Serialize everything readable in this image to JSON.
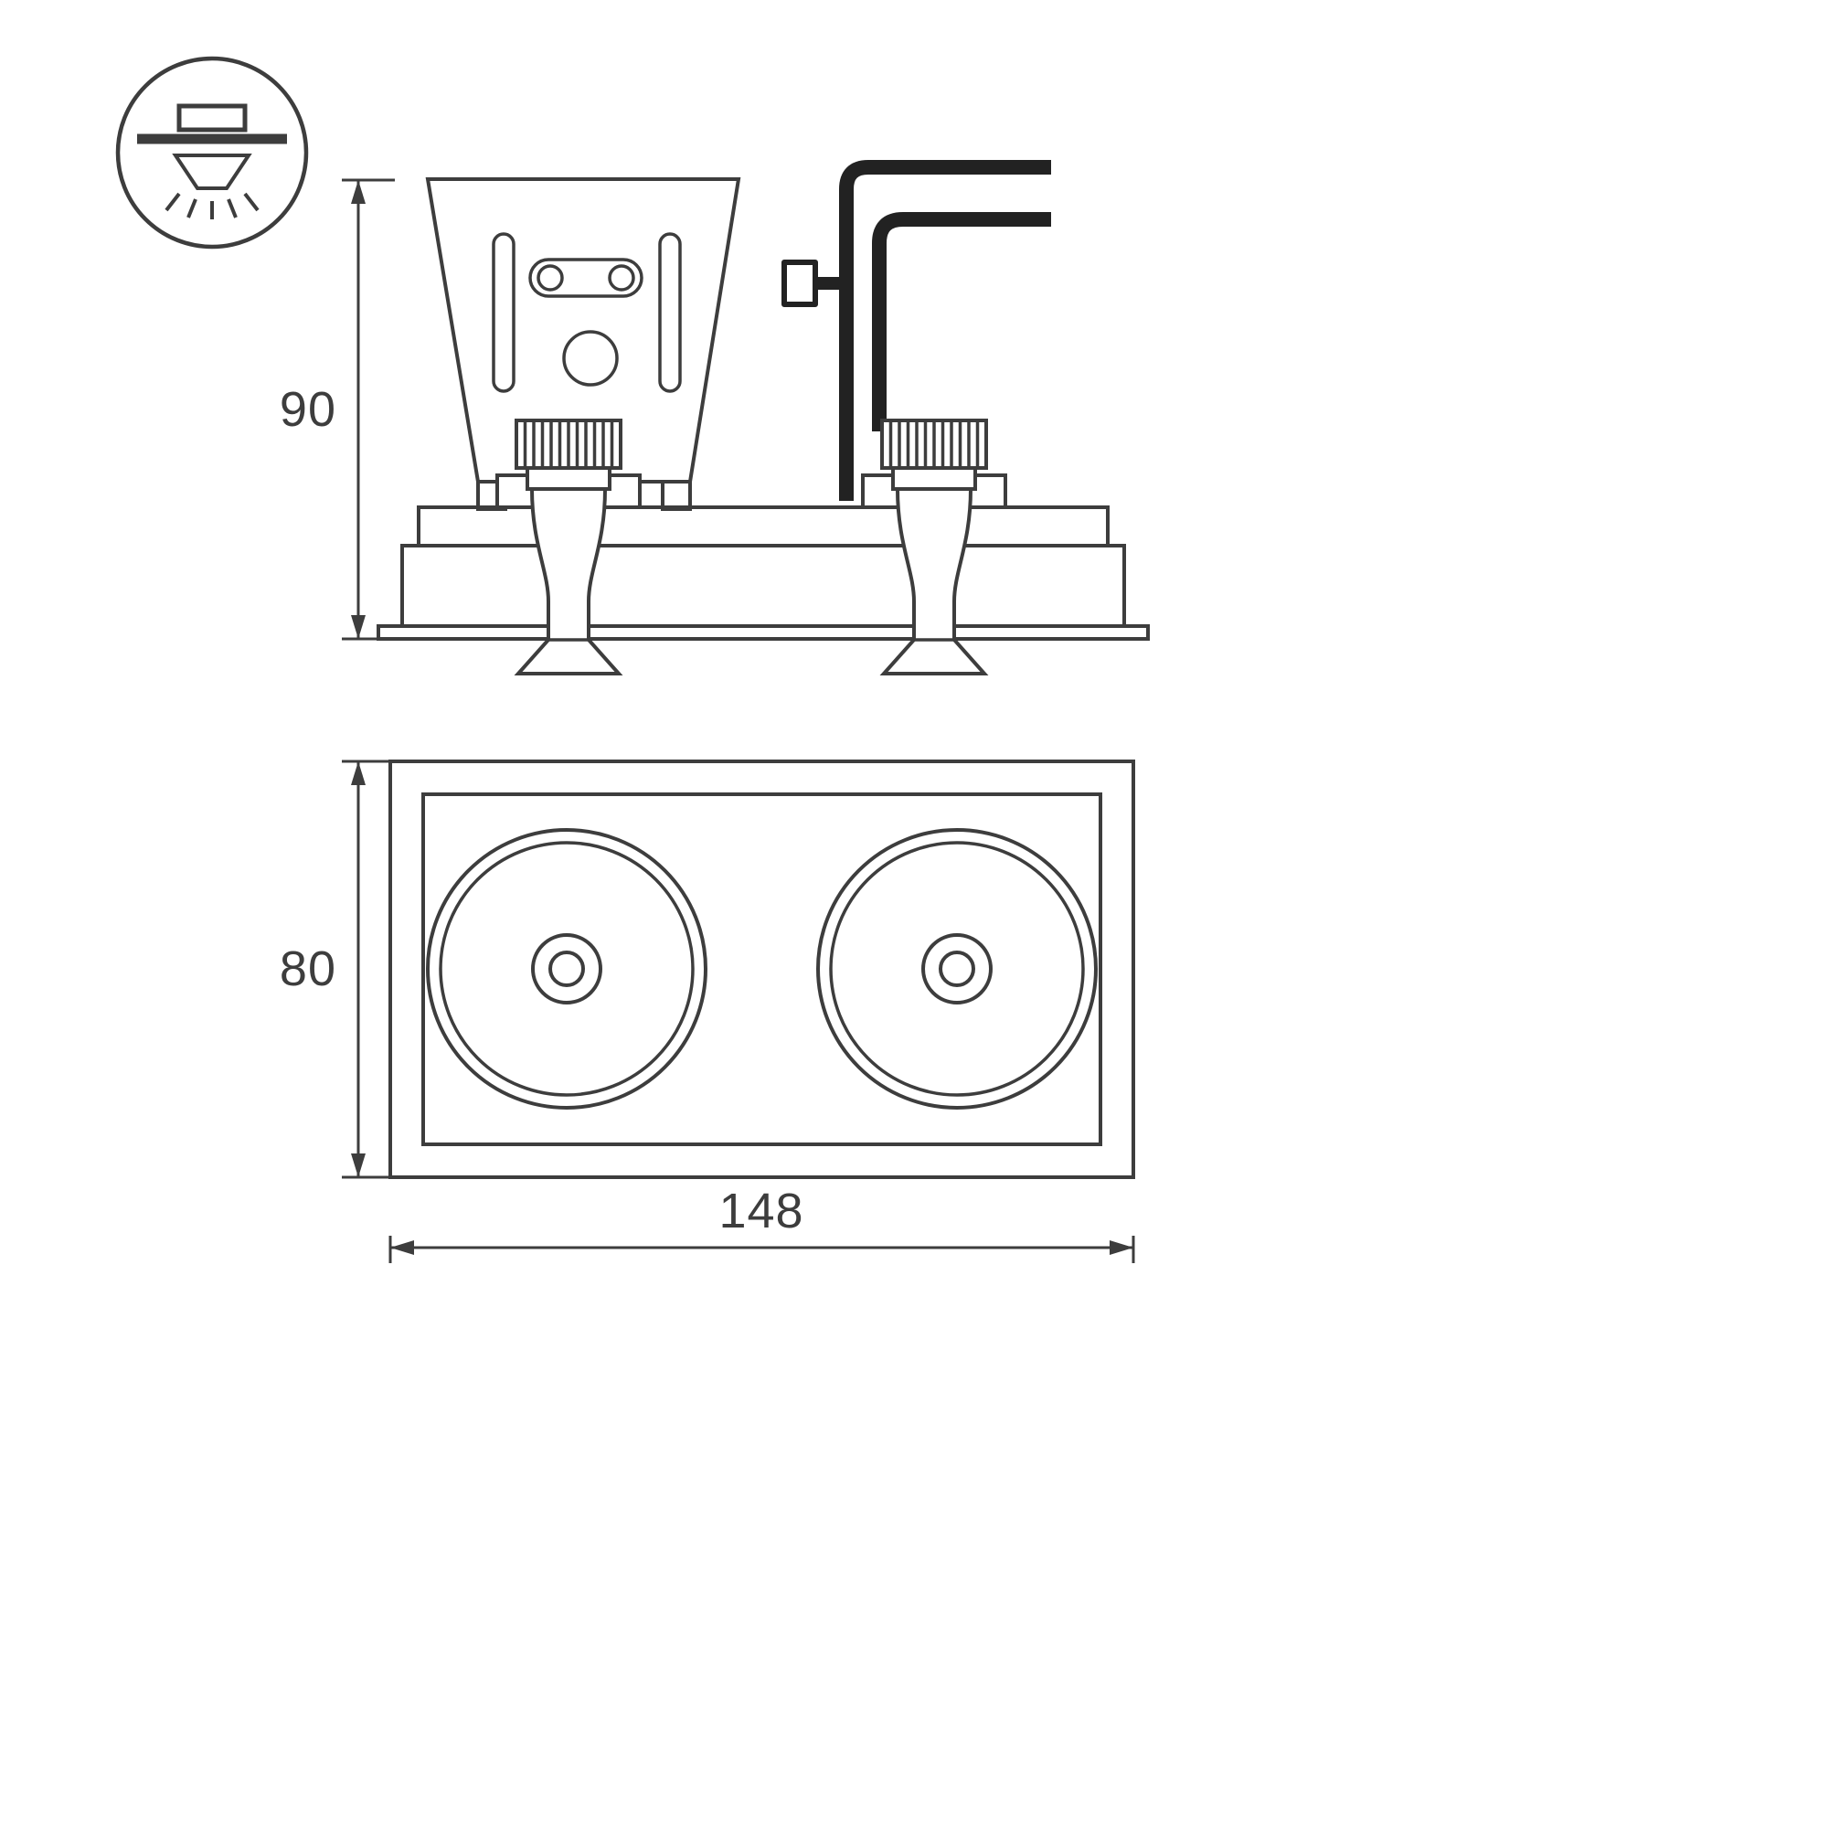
{
  "dimensions": {
    "side_height": "90",
    "front_height": "80",
    "front_width": "148"
  },
  "icons": {
    "type_badge": "recessed-downlight-icon"
  },
  "colors": {
    "line": "#3d3d3d",
    "cable": "#222222",
    "background": "#ffffff"
  }
}
